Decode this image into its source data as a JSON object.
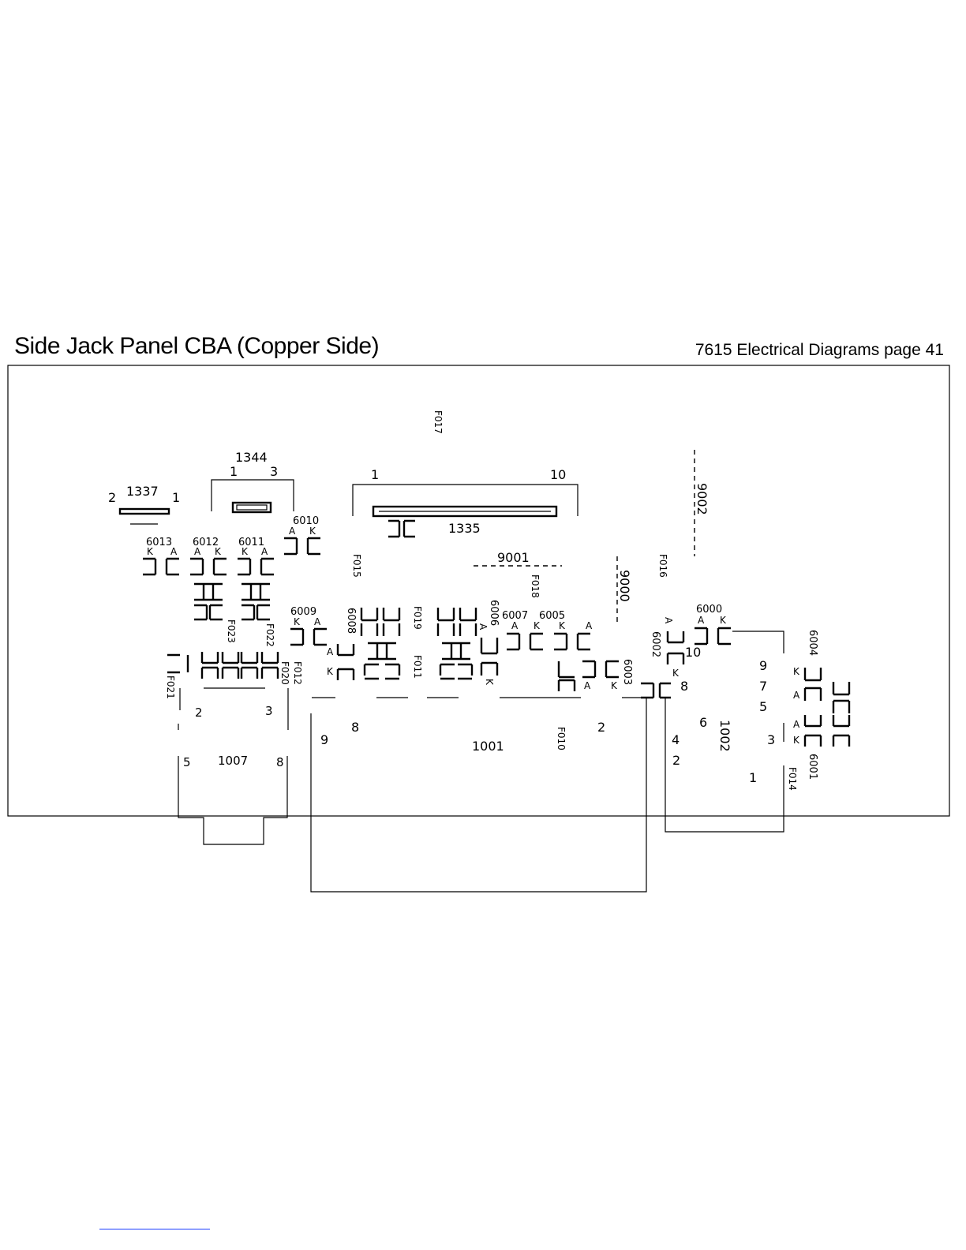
{
  "header": {
    "title": "Side Jack Panel CBA (Copper Side)",
    "page_ref": "7615 Electrical Diagrams page 41"
  },
  "components": {
    "c1337": "1337",
    "c1344": "1344",
    "c1335": "1335",
    "c1001": "1001",
    "c1002": "1002",
    "c1007": "1007",
    "c6000": "6000",
    "c6001": "6001",
    "c6002": "6002",
    "c6003": "6003",
    "c6004": "6004",
    "c6005": "6005",
    "c6006": "6006",
    "c6007": "6007",
    "c6008": "6008",
    "c6009": "6009",
    "c6010": "6010",
    "c6011": "6011",
    "c6012": "6012",
    "c6013": "6013",
    "c9000": "9000",
    "c9001": "9001",
    "c9002": "9002"
  },
  "test_points": {
    "f010": "F010",
    "f011": "F011",
    "f012": "F012",
    "f014": "F014",
    "f015": "F015",
    "f016": "F016",
    "f017": "F017",
    "f018": "F018",
    "f019": "F019",
    "f020": "F020",
    "f021": "F021",
    "f022": "F022",
    "f023": "F023"
  },
  "pins": {
    "p1": "1",
    "p2": "2",
    "p3": "3",
    "p4": "4",
    "p5": "5",
    "p6": "6",
    "p7": "7",
    "p8": "8",
    "p9": "9",
    "p10": "10",
    "anode": "A",
    "cathode": "K"
  }
}
